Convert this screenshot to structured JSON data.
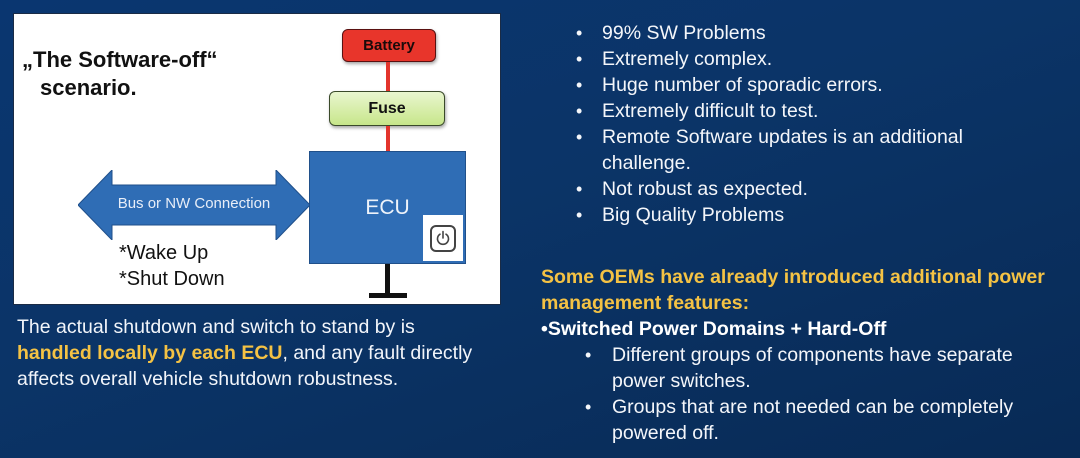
{
  "diagram": {
    "title_line1": "„The Software-off“",
    "title_line2": "scenario.",
    "battery_label": "Battery",
    "fuse_label": "Fuse",
    "ecu_label": "ECU",
    "power_icon": "power-button-icon",
    "ground_icon": "ground-symbol-icon",
    "arrow_label": "Bus or NW Connection",
    "notes": [
      "*Wake Up",
      "*Shut Down"
    ],
    "colors": {
      "battery": "#e8352b",
      "fuse": "#c7e68a",
      "wire": "#e3342c",
      "ecu": "#2f6db5",
      "arrow": "#2f6db5"
    }
  },
  "caption": {
    "part1": "The actual shutdown and switch to stand by is ",
    "highlight": "handled locally by each ECU",
    "part2": ", and any fault directly affects overall vehicle shutdown robustness."
  },
  "problems": [
    "99% SW Problems",
    "Extremely complex.",
    "Huge number of sporadic errors.",
    "Extremely difficult to test.",
    "Remote Software updates is an additional challenge.",
    "Not robust as expected.",
    "Big Quality Problems"
  ],
  "oem": {
    "heading": "Some OEMs have already introduced additional power management features:",
    "subheading": "•Switched Power Domains + Hard-Off",
    "items": [
      "Different groups of components have separate power switches.",
      "Groups that are not needed can be completely powered off."
    ]
  },
  "theme": {
    "highlight_color": "#f4c244",
    "background": "#0b3467"
  }
}
